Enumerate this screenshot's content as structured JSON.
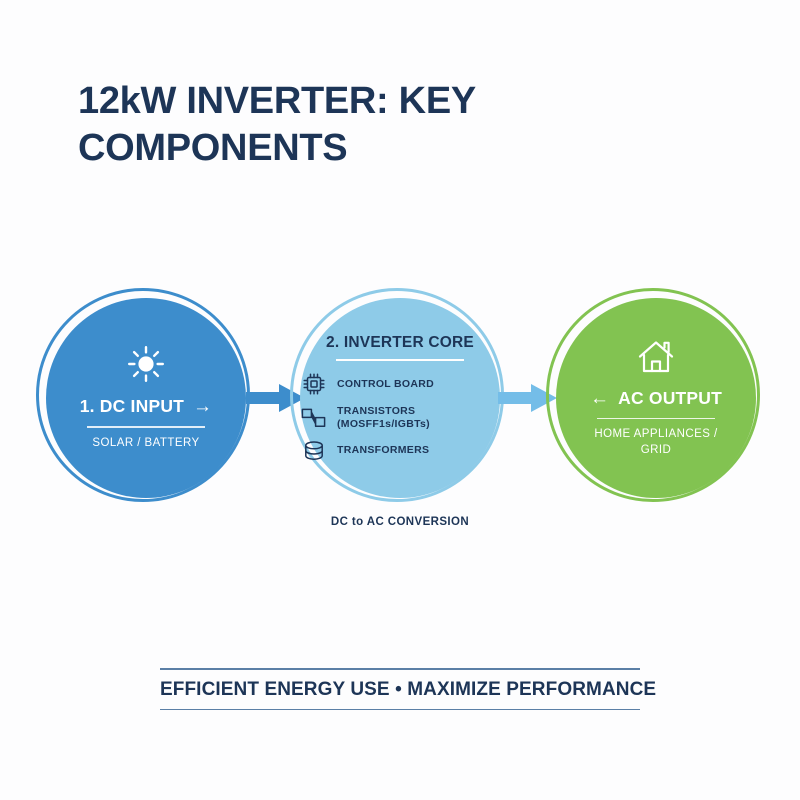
{
  "title": "12kW INVERTER: KEY COMPONENTS",
  "colors": {
    "navy": "#1d3557",
    "input_blue": "#3d8dcc",
    "core_blue": "#8ecbe8",
    "output_green": "#82c351",
    "arrow_1": "#3d8dcc",
    "arrow_2": "#74bde8",
    "background": "#fdfdfe"
  },
  "nodes": {
    "input": {
      "icon": "sun-icon",
      "heading": "1. DC INPUT",
      "arrow": "→",
      "subtitle": "SOLAR / BATTERY"
    },
    "core": {
      "heading": "2. INVERTER CORE",
      "items": [
        {
          "icon": "chip-icon",
          "label": "CONTROL BOARD"
        },
        {
          "icon": "transistor-icon",
          "label": "TRANSISTORS (MOSFF1s/IGBTs)"
        },
        {
          "icon": "transformer-icon",
          "label": "TRANSFORMERS"
        }
      ],
      "caption": "DC to AC CONVERSION"
    },
    "output": {
      "icon": "house-icon",
      "heading": "AC OUTPUT",
      "arrow": "←",
      "subtitle": "HOME APPLIANCES / GRID"
    }
  },
  "connectors": [
    {
      "name": "dc-to-core",
      "direction": "right"
    },
    {
      "name": "core-to-ac",
      "direction": "right"
    }
  ],
  "footer": {
    "text": "EFFICIENT ENERGY USE • MAXIMIZE PERFORMANCE"
  }
}
